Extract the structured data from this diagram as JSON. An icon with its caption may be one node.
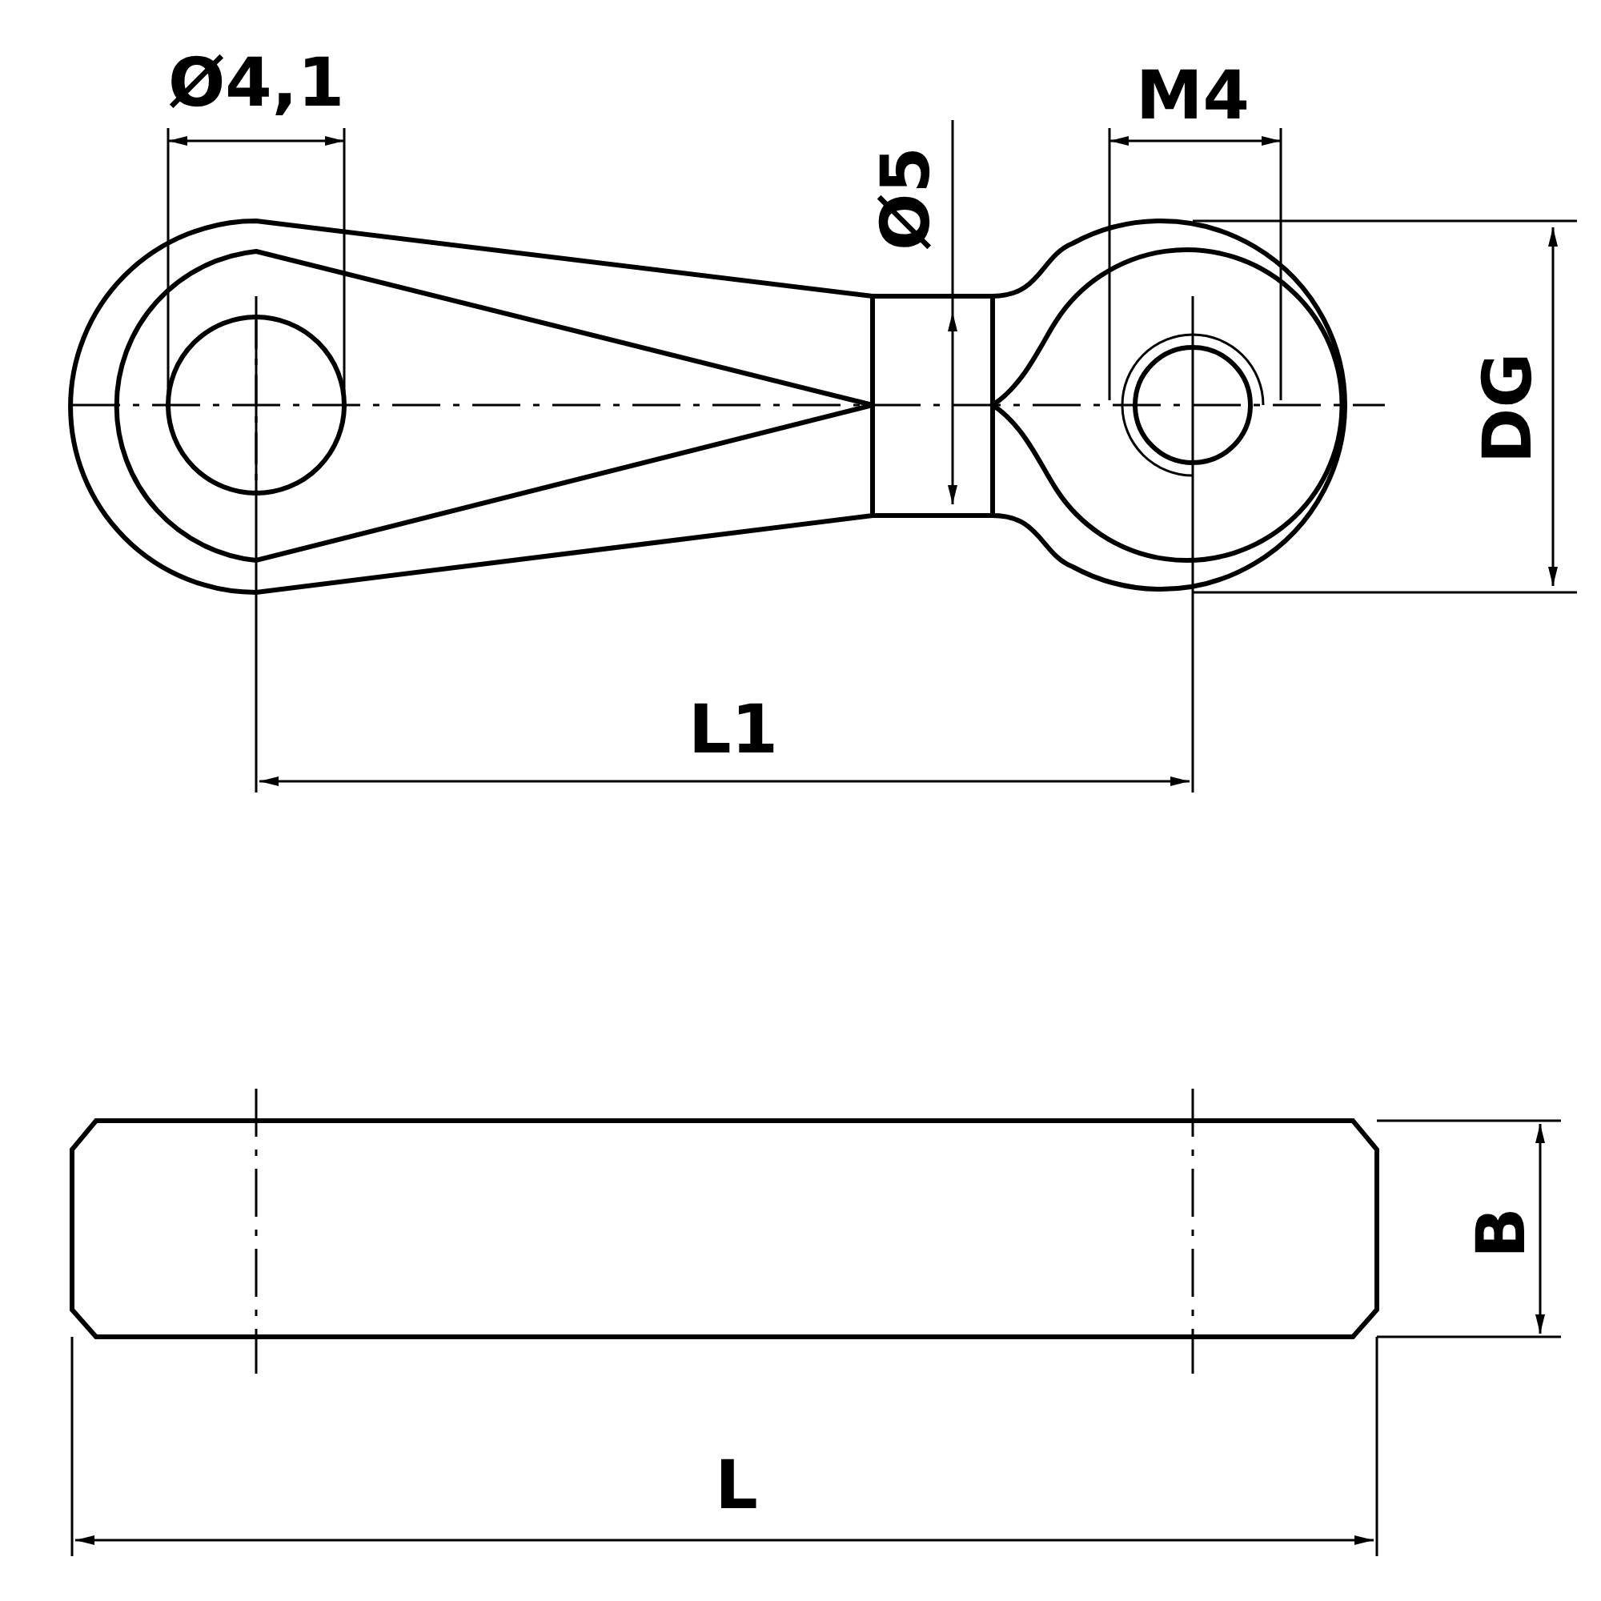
{
  "diagram": {
    "labels": [
      "Ø4,1",
      "M4",
      "Ø5",
      "DG",
      "L1",
      "B",
      "L"
    ]
  }
}
